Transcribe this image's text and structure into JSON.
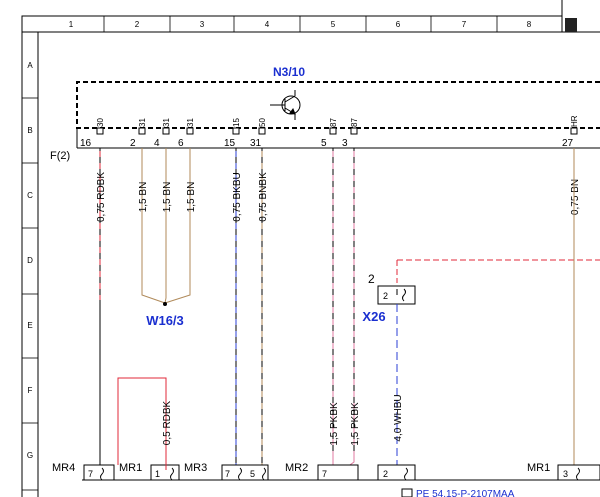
{
  "grid": {
    "columns": [
      "1",
      "2",
      "3",
      "4",
      "5",
      "6",
      "7",
      "8"
    ],
    "rows": [
      "A",
      "B",
      "C",
      "D",
      "E",
      "F",
      "G"
    ]
  },
  "n310": {
    "label": "N3/10",
    "connector": "F(2)",
    "pins": [
      {
        "pin": "16",
        "terminal": "30",
        "wire": "0,75 RDBK",
        "color": "#e0293a",
        "color2": "#000000"
      },
      {
        "pin": "2",
        "terminal": "31",
        "wire": "1,5 BN",
        "color": "#b08a5a",
        "color2": null
      },
      {
        "pin": "4",
        "terminal": "31",
        "wire": "1,5 BN",
        "color": "#b08a5a",
        "color2": null
      },
      {
        "pin": "6",
        "terminal": "31",
        "wire": "1,5 BN",
        "color": "#b08a5a",
        "color2": null
      },
      {
        "pin": "15",
        "terminal": "15",
        "wire": "0,75 BKBU",
        "color": "#2b3fd6",
        "color2": "#000000"
      },
      {
        "pin": "31",
        "terminal": "50",
        "wire": "0,75 BNBK",
        "color": "#b08a5a",
        "color2": "#000000"
      },
      {
        "pin": "5",
        "terminal": "87",
        "wire": "1,5 PKBK",
        "color": "#e07aa0",
        "color2": "#000000"
      },
      {
        "pin": "3",
        "terminal": "87",
        "wire": "1,5 PKBK",
        "color": "#e07aa0",
        "color2": "#000000"
      },
      {
        "pin": "27",
        "terminal": "HR",
        "wire": "0,75 BN",
        "color": "#b08a5a",
        "color2": null
      }
    ]
  },
  "w163": {
    "label": "W16/3"
  },
  "x26": {
    "label": "X26",
    "outside_pin": "2",
    "inside_pin": "2",
    "wire": "4,0 WHBU",
    "color": "#2b3fd6"
  },
  "lower": {
    "mr4": "MR4",
    "mr1": "MR1",
    "mr3": "MR3",
    "mr2": "MR2",
    "mr1b": "MR1",
    "wire_rdbk": "0,5 RDBK",
    "pin_nums": [
      "7",
      "1",
      "7",
      "5",
      "7",
      "2",
      "3"
    ]
  },
  "bottom_text": "PE 54.15-P-2107MAA"
}
